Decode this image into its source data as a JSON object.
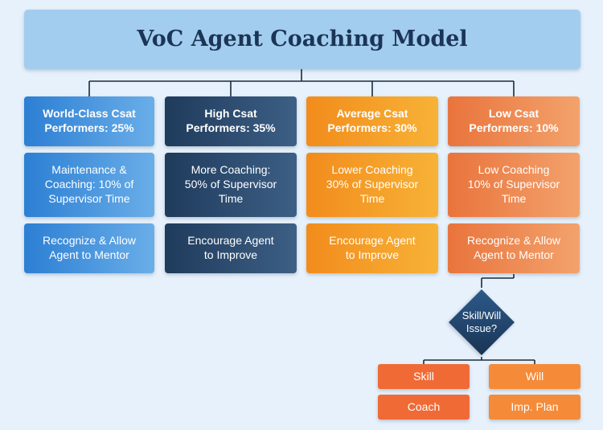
{
  "title": "VoC Agent Coaching Model",
  "columns": [
    {
      "header": [
        "World-Class Csat",
        "Performers: 25%"
      ],
      "coaching": [
        "Maintenance &",
        "Coaching: 10% of",
        "Supervisor Time"
      ],
      "action": [
        "Recognize & Allow",
        "Agent to Mentor"
      ],
      "color": "#2c7fd4"
    },
    {
      "header": [
        "High Csat",
        "Performers: 35%"
      ],
      "coaching": [
        "More Coaching:",
        "50% of Supervisor",
        "Time"
      ],
      "action": [
        "Encourage Agent",
        "to Improve"
      ],
      "color": "#1f3b5c"
    },
    {
      "header": [
        "Average Csat",
        "Performers: 30%"
      ],
      "coaching": [
        "Lower Coaching",
        "30% of Supervisor",
        "Time"
      ],
      "action": [
        "Encourage Agent",
        "to Improve"
      ],
      "color": "#f28c1c"
    },
    {
      "header": [
        "Low Csat",
        "Performers: 10%"
      ],
      "coaching": [
        "Low Coaching",
        "10% of Supervisor",
        "Time"
      ],
      "action": [
        "Recognize & Allow",
        "Agent to Mentor"
      ],
      "color": "#e9743c"
    }
  ],
  "decision": {
    "line1": "Skill/Will",
    "line2": "Issue?",
    "color": "#1a3454"
  },
  "branches": {
    "skill": {
      "label": "Skill",
      "outcome": "Coach",
      "color": "#f06a35"
    },
    "will": {
      "label": "Will",
      "outcome": "Imp. Plan",
      "color": "#f58a38"
    }
  },
  "connector_color": "#1b2b3d",
  "background_color": "#e6f1fb"
}
